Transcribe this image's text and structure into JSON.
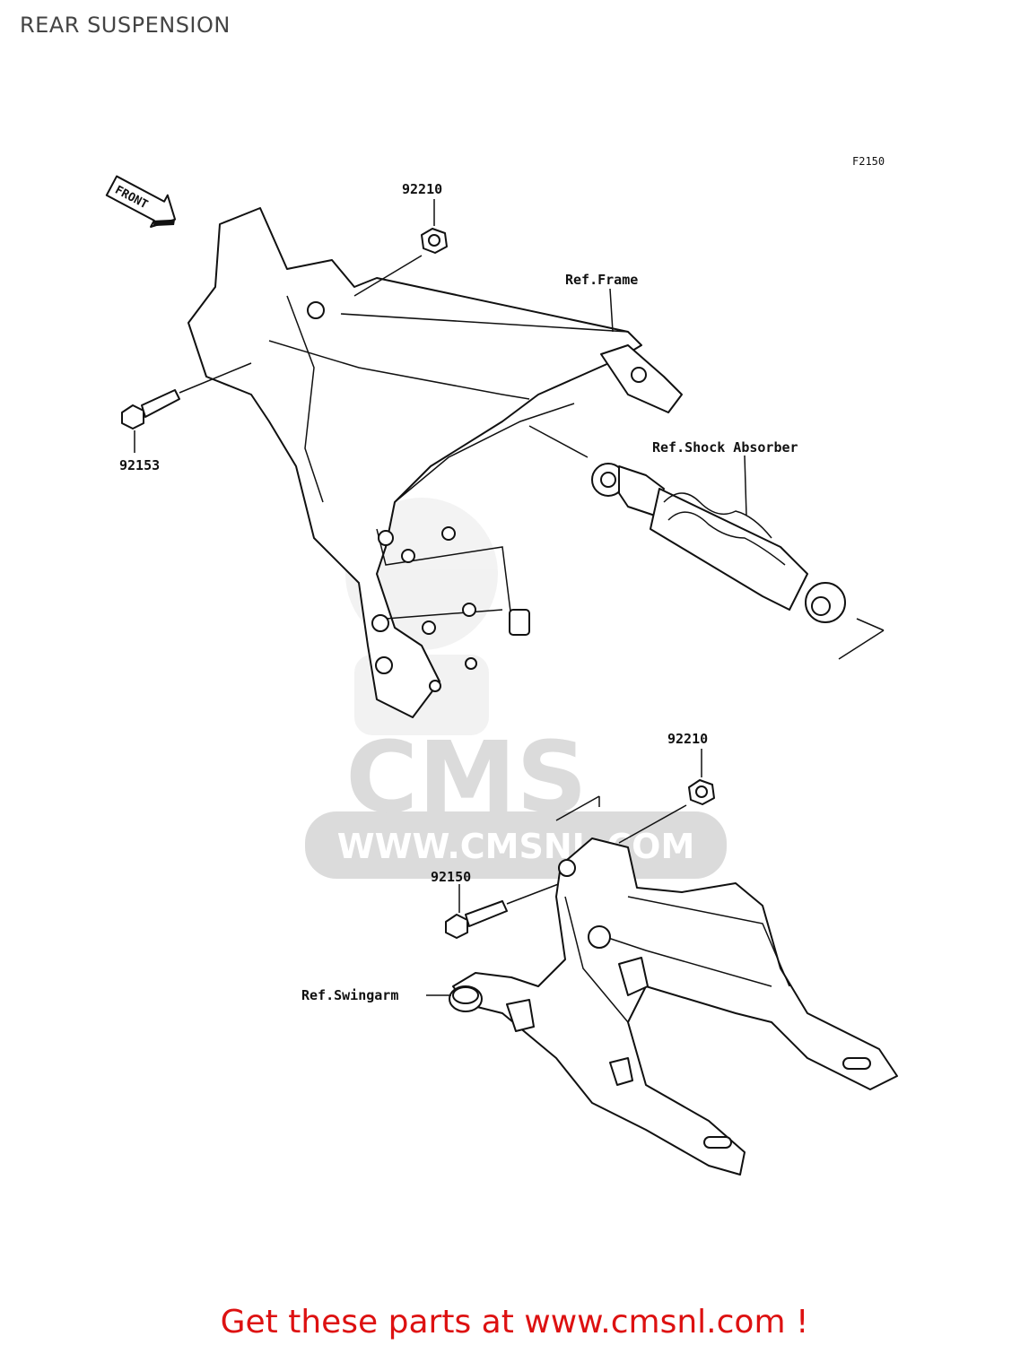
{
  "title": "REAR SUSPENSION",
  "figure_code": "F2150",
  "front_marker": "FRONT",
  "callouts": {
    "nut_top": "92210",
    "bolt_top": "92153",
    "nut_bottom": "92210",
    "bolt_bottom": "92150"
  },
  "refs": {
    "frame": "Ref.Frame",
    "shock": "Ref.Shock Absorber",
    "swingarm": "Ref.Swingarm"
  },
  "watermark": {
    "logo": "CMS",
    "url": "WWW.CMSNL.COM"
  },
  "footer": "Get these parts at www.cmsnl.com !",
  "colors": {
    "footer": "#dd1111",
    "lines": "#111111",
    "watermark": "#d8d8d8"
  }
}
